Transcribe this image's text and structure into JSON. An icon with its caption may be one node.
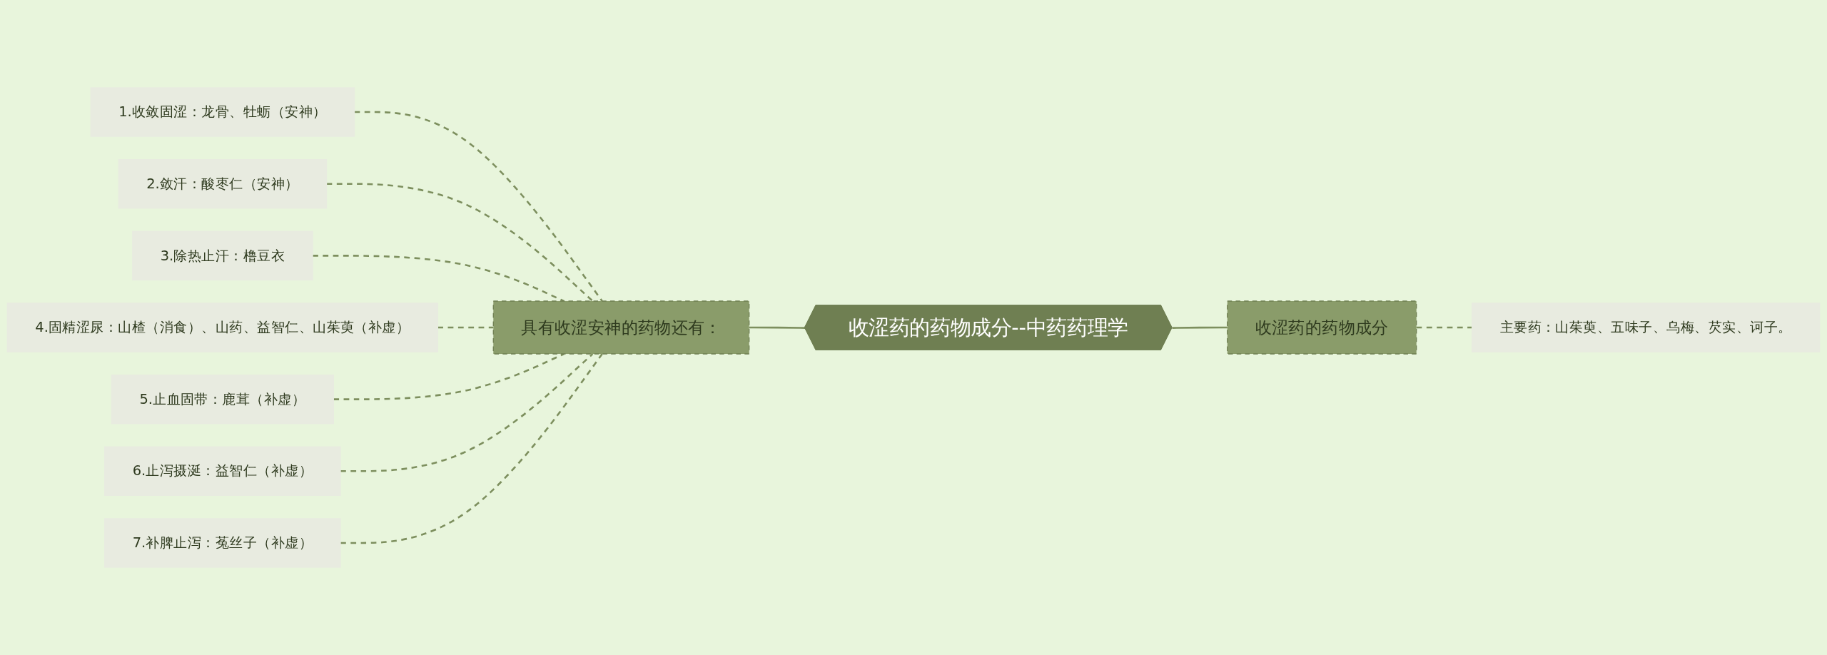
{
  "diagram": {
    "nodes": [
      {
        "text": [
          "收涩药的药物成分--中药药理学"
        ]
      },
      {
        "text": [
          "具有收涩安神的药物还有："
        ]
      },
      {
        "text": [
          "1.收敛固涩：龙骨、牡蛎（安神）"
        ]
      },
      {
        "text": [
          "2.敛汗：酸枣仁（安神）"
        ]
      },
      {
        "text": [
          "3.除热止汗：橹豆衣"
        ]
      },
      {
        "text": [
          "4.固精涩尿：山楂（消食）、山药、益智仁、山茱萸（补虚）"
        ]
      },
      {
        "text": [
          "5.止血固带：鹿茸（补虚）"
        ]
      },
      {
        "text": [
          "6.止泻摄涎：益智仁（补虚）"
        ]
      },
      {
        "text": [
          "7.补脾止泻：菟丝子（补虚）"
        ]
      },
      {
        "text": [
          "收涩药的药物成分"
        ]
      },
      {
        "text": [
          "主要药：山茱萸、五味子、乌梅、芡实、诃子。"
        ]
      }
    ],
    "edges": [
      {
        "from": 2,
        "to": 1,
        "arrow": "none",
        "style": "dashed"
      },
      {
        "from": 3,
        "to": 1,
        "arrow": "none",
        "style": "dashed"
      },
      {
        "from": 4,
        "to": 1,
        "arrow": "none",
        "style": "dashed"
      },
      {
        "from": 5,
        "to": 1,
        "arrow": "none",
        "style": "dashed"
      },
      {
        "from": 6,
        "to": 1,
        "arrow": "none",
        "style": "dashed"
      },
      {
        "from": 7,
        "to": 1,
        "arrow": "none",
        "style": "dashed"
      },
      {
        "from": 8,
        "to": 1,
        "arrow": "none",
        "style": "dashed"
      },
      {
        "from": 1,
        "to": 0,
        "arrow": "none"
      },
      {
        "from": 0,
        "to": 9,
        "arrow": "none"
      },
      {
        "from": 9,
        "to": 10,
        "arrow": "none",
        "style": "dashed"
      }
    ]
  }
}
